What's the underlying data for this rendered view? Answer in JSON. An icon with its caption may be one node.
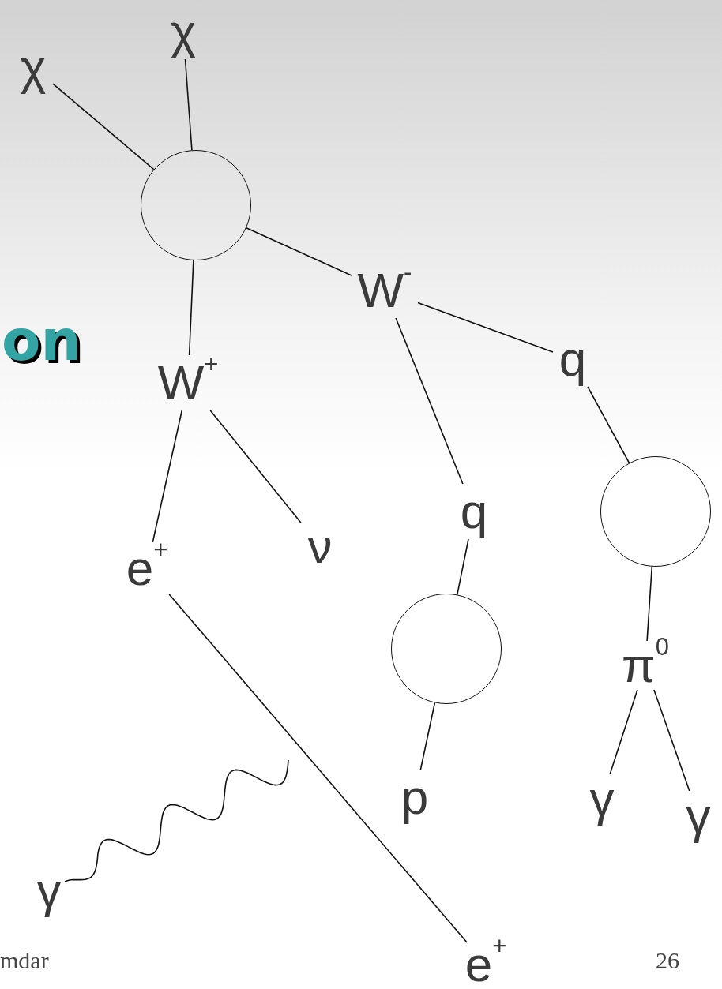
{
  "diagram": {
    "title": "on",
    "nodes": [
      {
        "text": [
          "χ"
        ]
      },
      {
        "text": [
          "χ"
        ]
      },
      {
        "text": [],
        "shape": "circle"
      },
      {
        "text": [
          "W$^{-}$"
        ]
      },
      {
        "text": [
          "W$^{+}$"
        ]
      },
      {
        "text": [
          "q"
        ]
      },
      {
        "text": [
          "ν"
        ]
      },
      {
        "text": [
          "e$^{+}$"
        ]
      },
      {
        "text": [
          "q"
        ]
      },
      {
        "text": [],
        "shape": "circle"
      },
      {
        "text": [],
        "shape": "circle"
      },
      {
        "text": [
          "π$^{0}$"
        ]
      },
      {
        "text": [
          "p"
        ]
      },
      {
        "text": [
          "γ"
        ]
      },
      {
        "text": [
          "γ"
        ]
      },
      {
        "text": [
          "γ"
        ]
      },
      {
        "text": [
          "e$^{+}$"
        ]
      }
    ],
    "edges": [
      {
        "from": 0,
        "to": 2,
        "arrow": "none"
      },
      {
        "from": 1,
        "to": 2,
        "arrow": "none"
      },
      {
        "from": 2,
        "to": 3,
        "arrow": "none"
      },
      {
        "from": 2,
        "to": 4,
        "arrow": "none"
      },
      {
        "from": 4,
        "to": 7,
        "arrow": "none"
      },
      {
        "from": 4,
        "to": 6,
        "arrow": "none"
      },
      {
        "from": 3,
        "to": 8,
        "arrow": "none"
      },
      {
        "from": 3,
        "to": 5,
        "arrow": "none"
      },
      {
        "from": 5,
        "to": 9,
        "arrow": "none"
      },
      {
        "from": 9,
        "to": 11,
        "arrow": "none"
      },
      {
        "from": 8,
        "to": 10,
        "arrow": "none"
      },
      {
        "from": 10,
        "to": 12,
        "arrow": "none"
      },
      {
        "from": 11,
        "to": 13,
        "arrow": "none"
      },
      {
        "from": 11,
        "to": 14,
        "arrow": "none"
      },
      {
        "from": 7,
        "to": 16,
        "arrow": "none"
      },
      {
        "from": 15,
        "to": null,
        "arrow": "none"
      }
    ],
    "labels": [
      "mdar",
      "26"
    ]
  }
}
